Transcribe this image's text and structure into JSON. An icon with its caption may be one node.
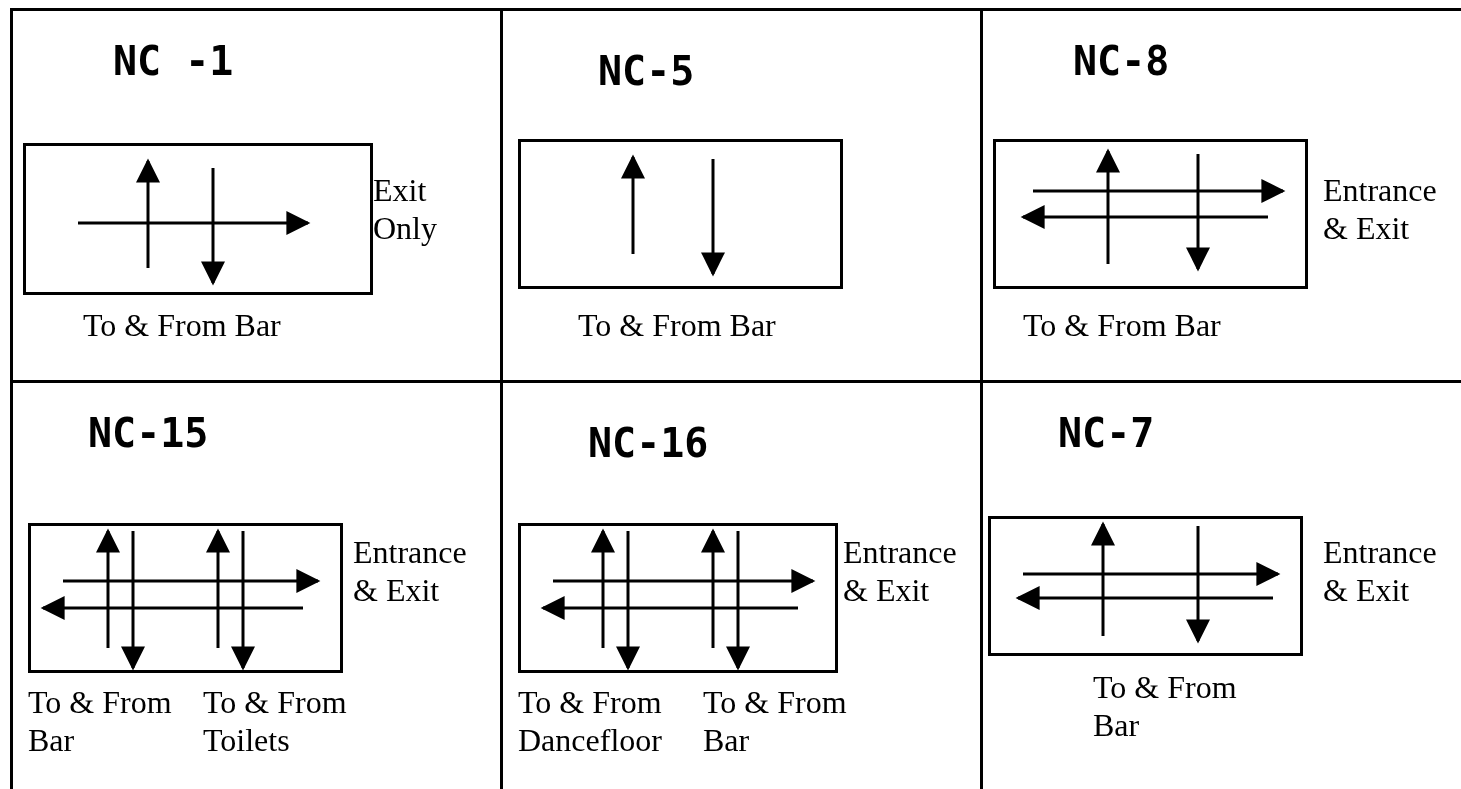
{
  "diagram": {
    "nodes": [
      {
        "text": [
          "NC -1",
          "Exit Only",
          "To & From Bar"
        ]
      },
      {
        "text": [],
        "shape": "box",
        "in": 0
      },
      {
        "text": [
          "NC-5",
          "To & From Bar"
        ]
      },
      {
        "text": [],
        "shape": "box",
        "in": 2
      },
      {
        "text": [
          "NC-8",
          "Entrance & Exit",
          "To & From Bar"
        ]
      },
      {
        "text": [],
        "shape": "box",
        "in": 4
      },
      {
        "text": [
          "NC-15",
          "Entrance & Exit",
          "To & From Bar",
          "To & From Toilets"
        ]
      },
      {
        "text": [],
        "shape": "box",
        "in": 6
      },
      {
        "text": [
          "NC-16",
          "Entrance & Exit",
          "To & From Dancefloor",
          "To & From Bar"
        ]
      },
      {
        "text": [],
        "shape": "box",
        "in": 8
      },
      {
        "text": [
          "NC-7",
          "Entrance & Exit",
          "To & From Bar"
        ]
      },
      {
        "text": [],
        "shape": "box",
        "in": 10
      }
    ],
    "edges": []
  }
}
